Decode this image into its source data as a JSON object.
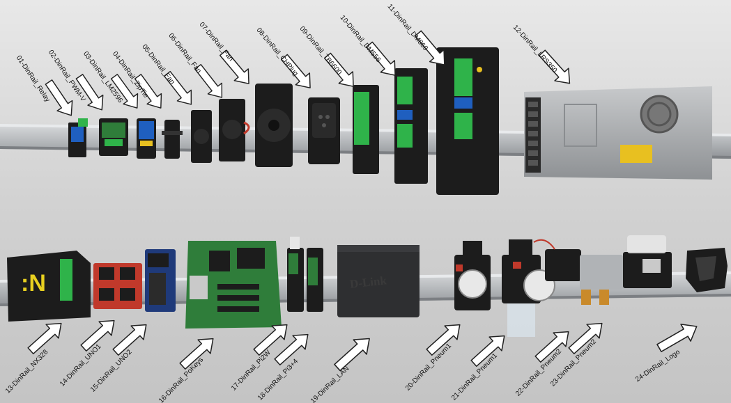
{
  "top_labels": [
    "01-DinRail_Relay",
    "02-DinRail_PWM-V",
    "03-DinRail_LM2596",
    "04-DinRail_ZipTie",
    "05-DinRail_Fan",
    "06-DinRail_Fan",
    "07-DinRail_Fan",
    "08-DinRail_CHPlug",
    "09-DinRail_TB6600",
    "10-DinRail_DM556",
    "11-DinRail_DM860",
    "12-DinRail_LRS350"
  ],
  "bottom_labels": [
    "13-DinRail_NX328",
    "14-DinRail_UNO1",
    "15-DinRail_UNO2",
    "16-DinRail_PoKeys",
    "17-DinRail_Pi2W",
    "18-DinRail_Pi3+4",
    "19-DinRail_LAN",
    "20-DinRail_Pneum1",
    "21-DinRail_Pneum1",
    "22-DinRail_Pneum2",
    "23-DinRail_Pneum2",
    "24-DinRail_Logo"
  ],
  "device_text": {
    "lan_brand": "D-Link"
  },
  "colors": {
    "background": "#cfcfcf",
    "rail": "#b9bcbf",
    "device_black": "#1c1c1c",
    "terminal_green": "#2fb34a",
    "pcb_green": "#2f7d3a",
    "pcb_red": "#c0392b",
    "psu_grey": "#a9acaf",
    "arrow_fill": "#ffffff",
    "arrow_stroke": "#222222"
  }
}
